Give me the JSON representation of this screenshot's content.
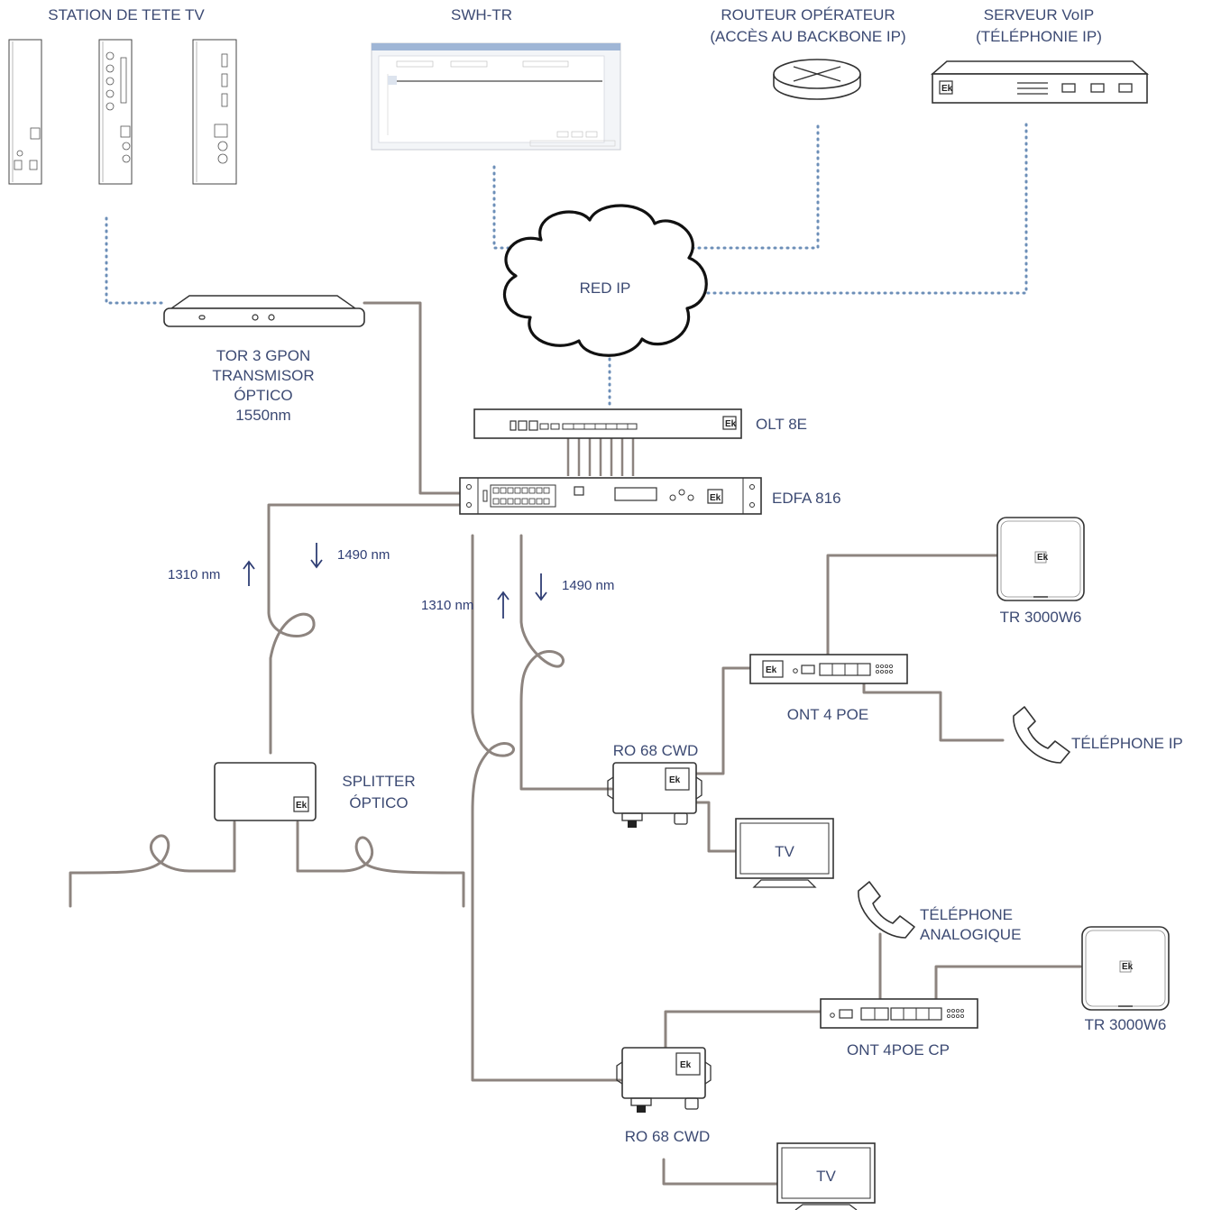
{
  "labels": {
    "station_tv": "STATION DE TETE TV",
    "swh_tr": "SWH-TR",
    "router_l1": "ROUTEUR OPÉRATEUR",
    "router_l2": "(ACCÈS AU BACKBONE IP)",
    "voip_l1": "SERVEUR VoIP",
    "voip_l2": "(TÉLÉPHONIE IP)",
    "red_ip": "RED IP",
    "tor_l1": "TOR 3 GPON",
    "tor_l2": "TRANSMISOR",
    "tor_l3": "ÓPTICO",
    "tor_l4": "1550nm",
    "olt": "OLT 8E",
    "edfa": "EDFA 816",
    "splitter_l1": "SPLITTER",
    "splitter_l2": "ÓPTICO",
    "tr3000_1": "TR 3000W6",
    "ont4poe": "ONT 4 POE",
    "tel_ip": "TÉLÉPHONE IP",
    "ro68_1": "RO 68 CWD",
    "tv_1": "TV",
    "tel_ana_l1": "TÉLÉPHONE",
    "tel_ana_l2": "ANALOGIQUE",
    "tr3000_2": "TR 3000W6",
    "ont4poecp": "ONT 4POE CP",
    "ro68_2": "RO 68 CWD",
    "tv_2": "TV"
  },
  "wavelengths": {
    "up_left": "1310 nm",
    "down_left": "1490 nm",
    "up_mid": "1310 nm",
    "down_mid": "1490 nm"
  },
  "logo": "Ek",
  "colors": {
    "text": "#3c4a73",
    "fiber": "#8d847f",
    "ip_link": "#6d8fb8",
    "arrow": "#2f3e74"
  }
}
